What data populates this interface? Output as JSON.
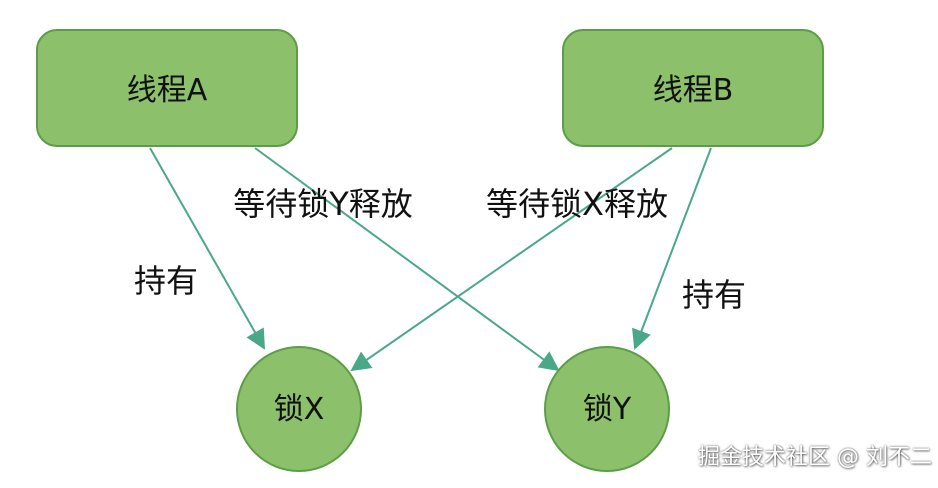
{
  "colors": {
    "node_fill": "#8dc06a",
    "node_stroke": "#5c9d48",
    "edge": "#4aa888",
    "text": "#111111",
    "watermark": "#ffffff"
  },
  "diagram": {
    "nodes": {
      "thread_a": "线程A",
      "thread_b": "线程B",
      "lock_x": "锁X",
      "lock_y": "锁Y"
    },
    "edges": {
      "a_to_x": "持有",
      "a_to_y": "等待锁Y释放",
      "b_to_x": "等待锁X释放",
      "b_to_y": "持有"
    }
  },
  "watermark": "掘金技术社区 @ 刘不二"
}
